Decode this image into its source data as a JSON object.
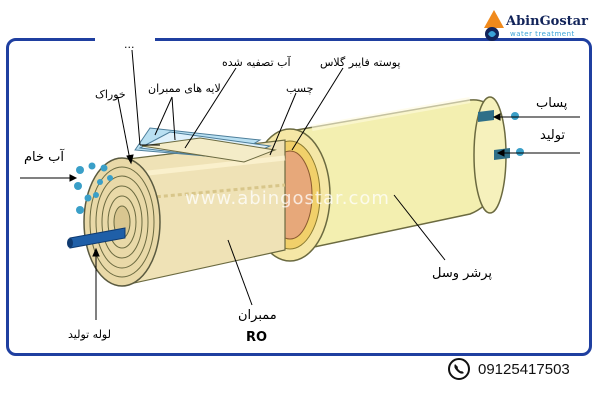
{
  "brand": {
    "name": "AbinGostar",
    "tagline": "water treatment"
  },
  "labels": {
    "feed_water": "آب خام",
    "feed": "خوراک",
    "membrane_layers": "لایه های ممبران",
    "permeate": "آب تصفیه شده",
    "glue": "چسب",
    "fiberglass_shell": "پوسته فایبر گلاس",
    "reject": "پساب",
    "product": "تولید",
    "brine_seal": "پرشر وسل",
    "product_tube": "لوله تولید",
    "membrane": "ممبران",
    "ro": "RO",
    "top_cut": "..."
  },
  "watermark": "www.abingostar.com",
  "contact": {
    "phone": "09125417503"
  },
  "colors": {
    "frame": "#1f3fa0",
    "vessel": "#f3efb0",
    "roll": "#efe2b6",
    "tube": "#1f5fa8",
    "drops": "#3a9fc8"
  }
}
